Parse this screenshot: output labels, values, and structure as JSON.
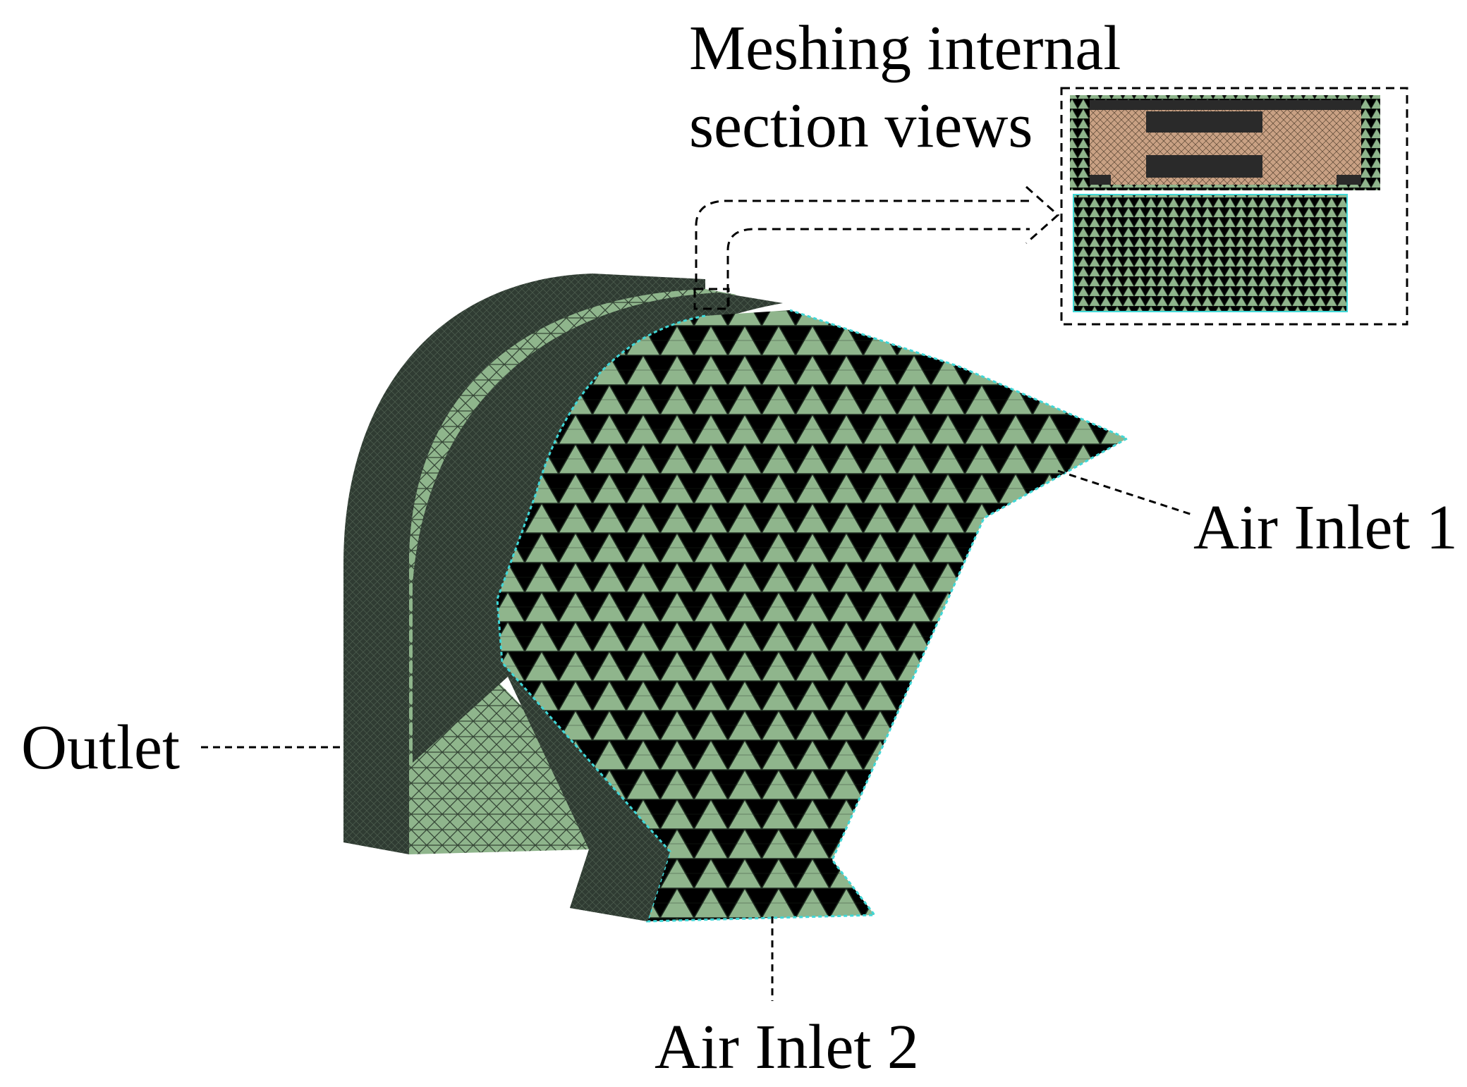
{
  "labels": {
    "inset_title_line1": "Meshing internal",
    "inset_title_line2": "section views",
    "air_inlet_1": "Air Inlet 1",
    "air_inlet_2": "Air Inlet 2",
    "outlet": "Outlet"
  },
  "colors": {
    "mesh_face": "#8fb58c",
    "mesh_dark": "#2f3b32",
    "mesh_line": "#1e2a20",
    "fine_mesh": "#c9a184",
    "edge_highlight": "#3fd7d7",
    "callout_line": "#000000"
  }
}
